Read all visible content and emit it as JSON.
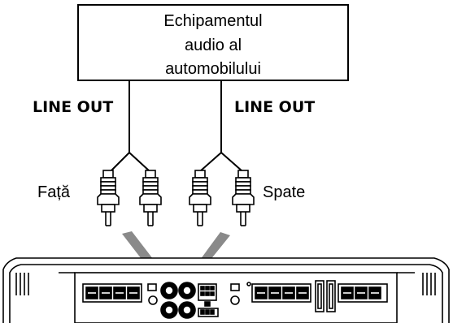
{
  "source_box": {
    "lines": [
      "Echipamentul",
      "audio al",
      "automobilului"
    ]
  },
  "outputs": {
    "left_label": "LINE OUT",
    "right_label": "LINE OUT"
  },
  "channels": {
    "front_label": "Față",
    "rear_label": "Spate"
  },
  "icons": [
    "rca-plug-icon",
    "arrow-icon",
    "amplifier-icon"
  ],
  "colors": {
    "line": "#000000",
    "arrow": "#808080",
    "amplifier_fill": "#ffffff"
  }
}
